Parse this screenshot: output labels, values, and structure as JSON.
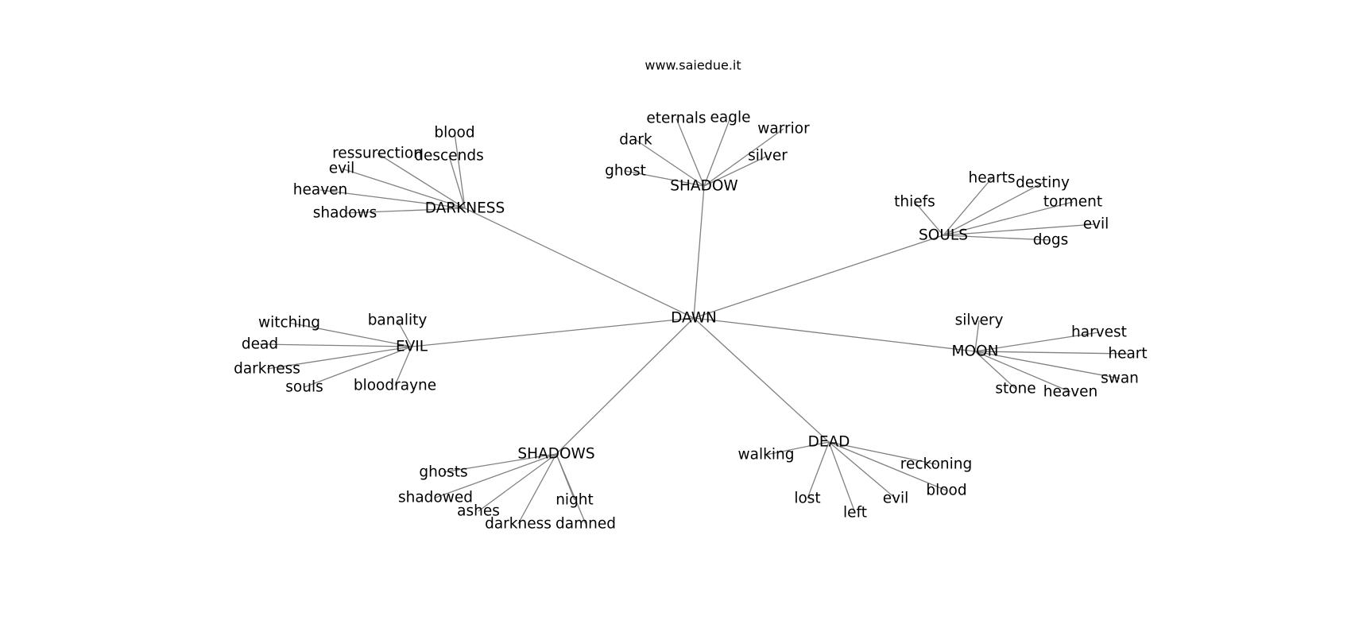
{
  "title": "www.saiedue.it",
  "root": "DAWN",
  "clusters": [
    {
      "id": "darkness",
      "label": "DARKNESS",
      "words": [
        "blood",
        "ressurection",
        "descends",
        "evil",
        "heaven",
        "shadows"
      ]
    },
    {
      "id": "shadow",
      "label": "SHADOW",
      "words": [
        "eternals",
        "eagle",
        "warrior",
        "dark",
        "silver",
        "ghost"
      ]
    },
    {
      "id": "souls",
      "label": "SOULS",
      "words": [
        "hearts",
        "destiny",
        "thiefs",
        "torment",
        "evil",
        "dogs"
      ]
    },
    {
      "id": "evil",
      "label": "EVIL",
      "words": [
        "witching",
        "banality",
        "dead",
        "darkness",
        "souls",
        "bloodrayne"
      ]
    },
    {
      "id": "moon",
      "label": "MOON",
      "words": [
        "silvery",
        "harvest",
        "heart",
        "swan",
        "stone",
        "heaven"
      ]
    },
    {
      "id": "shadows",
      "label": "SHADOWS",
      "words": [
        "ghosts",
        "shadowed",
        "ashes",
        "darkness",
        "damned",
        "night"
      ]
    },
    {
      "id": "dead",
      "label": "DEAD",
      "words": [
        "walking",
        "reckoning",
        "blood",
        "lost",
        "evil",
        "left"
      ]
    }
  ]
}
